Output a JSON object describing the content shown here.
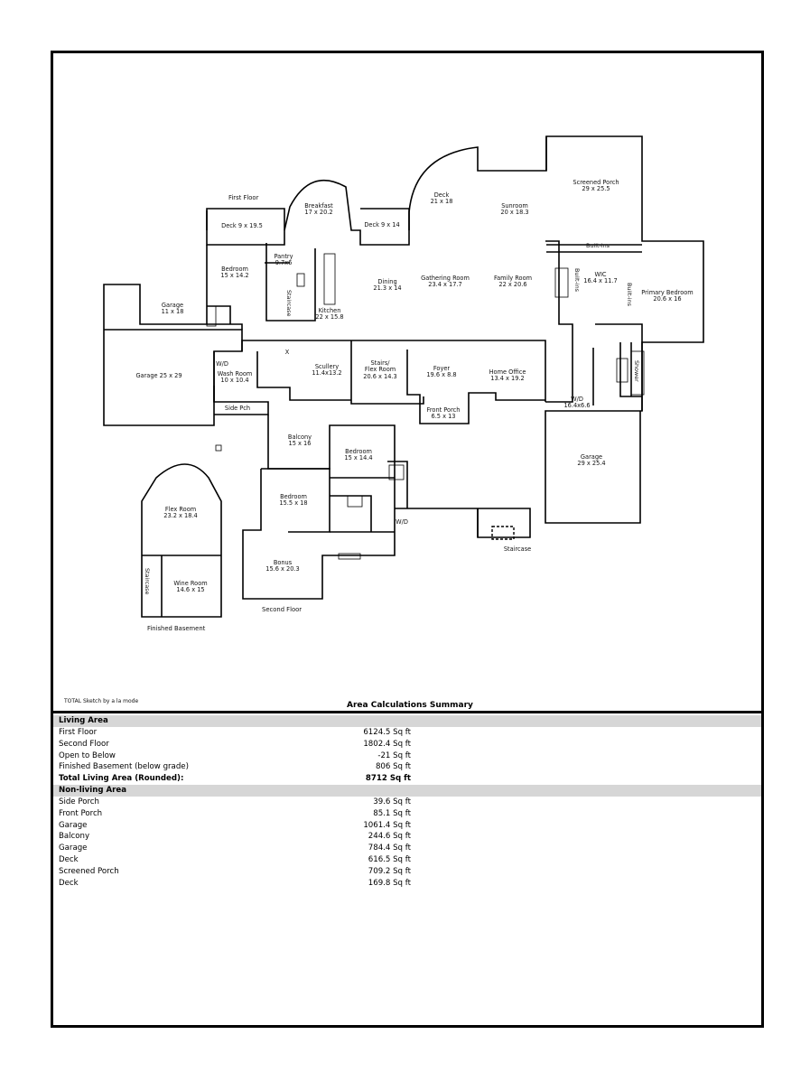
{
  "plan": {
    "floors": [
      {
        "label": "First Floor"
      },
      {
        "label": "Second Floor"
      },
      {
        "label": "Finished Basement"
      }
    ],
    "rooms": [
      {
        "name": "Screened Porch",
        "dim": "29 x 25.5"
      },
      {
        "name": "Deck",
        "dim": "21 x 18"
      },
      {
        "name": "Sunroom",
        "dim": "20 x 18.3"
      },
      {
        "name": "Breakfast",
        "dim": "17 x 20.2"
      },
      {
        "name": "Deck 9 x 19.5",
        "dim": ""
      },
      {
        "name": "Deck 9 x 14",
        "dim": ""
      },
      {
        "name": "Bedroom",
        "dim": "15 x 14.2"
      },
      {
        "name": "Pantry",
        "dim": "9.7x6"
      },
      {
        "name": "Dining",
        "dim": "21.3 x 14"
      },
      {
        "name": "Gathering Room",
        "dim": "23.4 x 17.7"
      },
      {
        "name": "Family Room",
        "dim": "22 x 20.6"
      },
      {
        "name": "WIC",
        "dim": "16.4 x 11.7"
      },
      {
        "name": "Primary Bedroom",
        "dim": "20.6 x 16"
      },
      {
        "name": "Garage",
        "dim": "11 x 18"
      },
      {
        "name": "Kitchen",
        "dim": "22 x 15.8"
      },
      {
        "name": "Garage 25 x 29",
        "dim": ""
      },
      {
        "name": "W/D",
        "dim": ""
      },
      {
        "name": "Wash Room",
        "dim": "10 x 10.4"
      },
      {
        "name": "Scullery",
        "dim": "11.4x13.2"
      },
      {
        "name": "Stairs/",
        "dim": "Flex Room"
      },
      {
        "name": "20.6 x 14.3",
        "dim": ""
      },
      {
        "name": "Foyer",
        "dim": "19.6 x 8.8"
      },
      {
        "name": "Home Office",
        "dim": "13.4 x 19.2"
      },
      {
        "name": "Side Pch",
        "dim": ""
      },
      {
        "name": "Front Porch",
        "dim": "6.5 x 13"
      },
      {
        "name": "W/D",
        "dim": "16.4x6.6"
      },
      {
        "name": "Garage",
        "dim": "29 x 25.4"
      },
      {
        "name": "Balcony",
        "dim": "15 x 16"
      },
      {
        "name": "Bedroom",
        "dim": "15 x 14.4"
      },
      {
        "name": "Bedroom",
        "dim": "15.5 x 18"
      },
      {
        "name": "W/D",
        "dim": ""
      },
      {
        "name": "Staircase",
        "dim": ""
      },
      {
        "name": "Bonus",
        "dim": "15.6 x 20.3"
      },
      {
        "name": "Flex Room",
        "dim": "23.2 x 18.4"
      },
      {
        "name": "Wine Room",
        "dim": "14.6 x 15"
      },
      {
        "name": "X",
        "dim": ""
      }
    ],
    "vertical_labels": [
      "Staircase",
      "Built-ins",
      "Built-ins",
      "Shower",
      "Staircase"
    ],
    "horizontal_labels": [
      "Built-ins"
    ]
  },
  "footer": {
    "sketch_by": "TOTAL Sketch by a la mode",
    "summary_title": "Area Calculations Summary"
  },
  "living": {
    "title": "Living Area",
    "rows": [
      {
        "name": "First Floor",
        "value": "6124.5 Sq ft"
      },
      {
        "name": "Second Floor",
        "value": "1802.4 Sq ft"
      },
      {
        "name": "Open to Below",
        "value": "-21 Sq ft"
      },
      {
        "name": "Finished Basement (below grade)",
        "value": "806 Sq ft"
      }
    ],
    "total": {
      "name": "Total Living Area (Rounded):",
      "value": "8712 Sq ft"
    }
  },
  "nonliving": {
    "title": "Non-living Area",
    "rows": [
      {
        "name": "Side Porch",
        "value": "39.6 Sq ft"
      },
      {
        "name": "Front Porch",
        "value": "85.1 Sq ft"
      },
      {
        "name": "Garage",
        "value": "1061.4 Sq ft"
      },
      {
        "name": "Balcony",
        "value": "244.6 Sq ft"
      },
      {
        "name": "Garage",
        "value": "784.4 Sq ft"
      },
      {
        "name": "Deck",
        "value": "616.5 Sq ft"
      },
      {
        "name": "Screened Porch",
        "value": "709.2 Sq ft"
      },
      {
        "name": "Deck",
        "value": "169.8 Sq ft"
      }
    ]
  }
}
